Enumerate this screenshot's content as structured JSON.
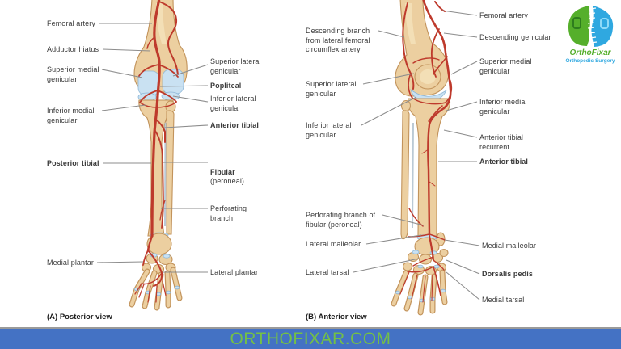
{
  "colors": {
    "bone": "#ECCFA0",
    "bone_outline": "#C2935B",
    "bone_hi": "#F3DFB6",
    "cartilage": "#C9E1F2",
    "cartilage_edge": "#8FB8D8",
    "membrane": "#A9BCCB",
    "artery": "#BE3A2C",
    "leader": "#8c8c8c",
    "text": "#3a3a3a",
    "footer_bar": "#4472C4",
    "footer_text": "#74C046",
    "logo_green": "#55AF2B",
    "logo_blue": "#2FA8E0"
  },
  "figure_a": {
    "caption": "(A) Posterior view",
    "labels": {
      "femoral_artery": "Femoral artery",
      "adductor_hiatus": "Adductor hiatus",
      "superior_medial_genicular": "Superior medial\ngenicular",
      "inferior_medial_genicular": "Inferior medial\ngenicular",
      "posterior_tibial": "Posterior tibial",
      "medial_plantar": "Medial plantar",
      "superior_lateral_genicular": "Superior lateral\ngenicular",
      "popliteal": "Popliteal",
      "inferior_lateral_genicular": "Inferior lateral\ngenicular",
      "anterior_tibial": "Anterior tibial",
      "fibular": "Fibular",
      "fibular_sub": "(peroneal)",
      "perforating_branch": "Perforating\nbranch",
      "lateral_plantar": "Lateral plantar"
    }
  },
  "figure_b": {
    "caption": "(B) Anterior view",
    "labels": {
      "descending_branch": "Descending branch\nfrom lateral femoral\ncircumflex artery",
      "superior_lateral_genicular": "Superior lateral\ngenicular",
      "inferior_lateral_genicular": "Inferior lateral\ngenicular",
      "perforating_branch": "Perforating branch of\nfibular (peroneal)",
      "lateral_malleolar": "Lateral malleolar",
      "lateral_tarsal": "Lateral tarsal",
      "femoral_artery": "Femoral artery",
      "descending_genicular": "Descending genicular",
      "superior_medial_genicular": "Superior medial\ngenicular",
      "inferior_medial_genicular": "Inferior medial\ngenicular",
      "anterior_tibial_recurrent": "Anterior tibial\nrecurrent",
      "anterior_tibial": "Anterior tibial",
      "medial_malleolar": "Medial malleolar",
      "dorsalis_pedis": "Dorsalis pedis",
      "medial_tarsal": "Medial tarsal"
    }
  },
  "logo": {
    "name": "OrthoFixar",
    "tagline": "Orthopedic Surgery"
  },
  "footer": {
    "text": "ORTHOFIXAR.COM"
  }
}
